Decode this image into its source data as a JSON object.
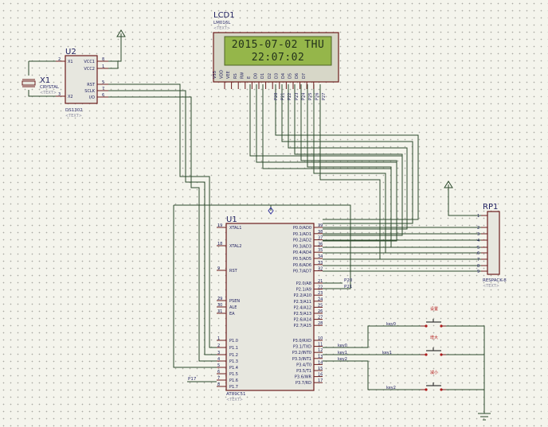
{
  "lcd": {
    "ref": "LCD1",
    "part": "LM016L",
    "sub": "<TEXT>",
    "line1": "2015-07-02 THU",
    "line2": "22:07:02",
    "pins": [
      "VSS",
      "VDD",
      "VEE",
      "RS",
      "RW",
      "E",
      "D0",
      "D1",
      "D2",
      "D3",
      "D4",
      "D5",
      "D6",
      "D7"
    ],
    "nets": [
      "P20",
      "P21",
      "P22",
      "P23",
      "P24",
      "P25",
      "P26",
      "P27"
    ]
  },
  "rtc": {
    "ref": "U2",
    "part": "DS1302",
    "sub": "<TEXT>",
    "left_pins": [
      {
        "num": "2",
        "name": "X1"
      },
      {
        "num": "3",
        "name": "X2"
      }
    ],
    "right_pins": [
      {
        "num": "8",
        "name": "VCC1"
      },
      {
        "num": "1",
        "name": "VCC2"
      },
      {
        "num": "5",
        "name": "RST"
      },
      {
        "num": "7",
        "name": "SCLK"
      },
      {
        "num": "6",
        "name": "I/O"
      }
    ]
  },
  "crystal": {
    "ref": "X1",
    "part": "CRYSTAL",
    "sub": "<TEXT>"
  },
  "mcu": {
    "ref": "U1",
    "part": "AT89C51",
    "sub": "<TEXT>",
    "left_pins": [
      {
        "num": "19",
        "name": "XTAL1"
      },
      {
        "num": "18",
        "name": "XTAL2"
      },
      {
        "num": "9",
        "name": "RST"
      },
      {
        "num": "29",
        "name": "PSEN"
      },
      {
        "num": "30",
        "name": "ALE"
      },
      {
        "num": "31",
        "name": "EA"
      },
      {
        "num": "1",
        "name": "P1.0"
      },
      {
        "num": "2",
        "name": "P1.1"
      },
      {
        "num": "3",
        "name": "P1.2"
      },
      {
        "num": "4",
        "name": "P1.3"
      },
      {
        "num": "5",
        "name": "P1.4"
      },
      {
        "num": "6",
        "name": "P1.5"
      },
      {
        "num": "7",
        "name": "P1.6"
      },
      {
        "num": "8",
        "name": "P1.7"
      }
    ],
    "right_pins": [
      {
        "num": "39",
        "name": "P0.0/AD0"
      },
      {
        "num": "38",
        "name": "P0.1/AD1"
      },
      {
        "num": "37",
        "name": "P0.2/AD2"
      },
      {
        "num": "36",
        "name": "P0.3/AD3"
      },
      {
        "num": "35",
        "name": "P0.4/AD4"
      },
      {
        "num": "34",
        "name": "P0.5/AD5"
      },
      {
        "num": "33",
        "name": "P0.6/AD6"
      },
      {
        "num": "32",
        "name": "P0.7/AD7"
      },
      {
        "num": "21",
        "name": "P2.0/A8"
      },
      {
        "num": "22",
        "name": "P2.1/A9"
      },
      {
        "num": "23",
        "name": "P2.2/A10"
      },
      {
        "num": "24",
        "name": "P2.3/A11"
      },
      {
        "num": "25",
        "name": "P2.4/A12"
      },
      {
        "num": "26",
        "name": "P2.5/A13"
      },
      {
        "num": "27",
        "name": "P2.6/A14"
      },
      {
        "num": "28",
        "name": "P2.7/A15"
      },
      {
        "num": "10",
        "name": "P3.0/RXD"
      },
      {
        "num": "11",
        "name": "P3.1/TXD"
      },
      {
        "num": "12",
        "name": "P3.2/INT0"
      },
      {
        "num": "13",
        "name": "P3.3/INT1"
      },
      {
        "num": "14",
        "name": "P3.4/T0"
      },
      {
        "num": "15",
        "name": "P3.5/T1"
      },
      {
        "num": "16",
        "name": "P3.6/WR"
      },
      {
        "num": "17",
        "name": "P3.7/RD"
      }
    ],
    "p17_label": "P17",
    "p20_label": "P20",
    "p21_label": "P21"
  },
  "rp": {
    "ref": "RP1",
    "part": "RESPACK-8",
    "sub": "<TEXT>",
    "pins": [
      "1",
      "2",
      "3",
      "4",
      "5",
      "6",
      "7",
      "8",
      "9"
    ]
  },
  "keys": [
    {
      "net": "key0",
      "label": "设置"
    },
    {
      "net": "key1",
      "label": "增大"
    },
    {
      "net": "key2",
      "label": "减小"
    }
  ]
}
